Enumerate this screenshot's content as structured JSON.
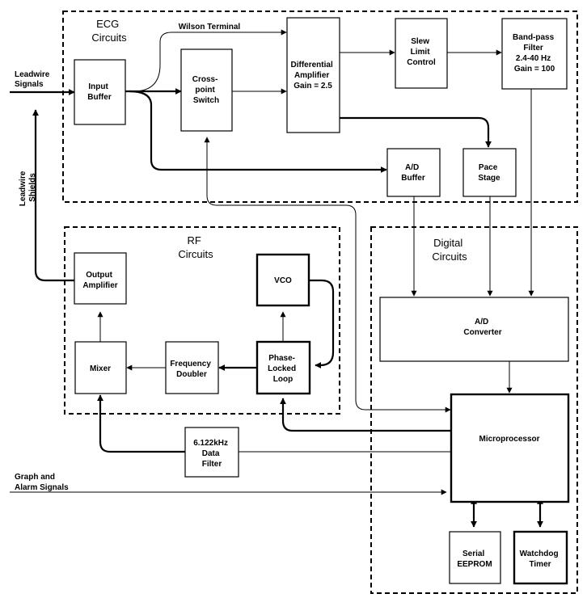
{
  "groups": {
    "ecg": [
      "ECG",
      "Circuits"
    ],
    "rf": [
      "RF",
      "Circuits"
    ],
    "digital": [
      "Digital",
      "Circuits"
    ]
  },
  "blocks": {
    "input_buffer": [
      "Input",
      "Buffer"
    ],
    "crosspoint_switch": [
      "Cross-",
      "point",
      "Switch"
    ],
    "differential_amplifier": [
      "Differential",
      "Amplifier",
      "Gain = 2.5"
    ],
    "slew_limit_control": [
      "Slew",
      "Limit",
      "Control"
    ],
    "band_pass_filter": [
      "Band-pass",
      "Filter",
      "2.4-40 Hz",
      "Gain = 100"
    ],
    "ad_buffer": [
      "A/D",
      "Buffer"
    ],
    "pace_stage": [
      "Pace",
      "Stage"
    ],
    "output_amplifier": [
      "Output",
      "Amplifier"
    ],
    "vco": [
      "VCO"
    ],
    "mixer": [
      "Mixer"
    ],
    "frequency_doubler": [
      "Frequency",
      "Doubler"
    ],
    "phase_locked_loop": [
      "Phase-",
      "Locked",
      "Loop"
    ],
    "data_filter": [
      "6.122kHz",
      "Data",
      "Filter"
    ],
    "ad_converter": [
      "A/D",
      "Converter"
    ],
    "microprocessor": [
      "Microprocessor"
    ],
    "serial_eeprom": [
      "Serial",
      "EEPROM"
    ],
    "watchdog_timer": [
      "Watchdog",
      "Timer"
    ]
  },
  "signals": {
    "wilson_terminal": [
      "Wilson Terminal"
    ],
    "leadwire_signals": [
      "Leadwire",
      "Signals"
    ],
    "leadwire_shields": [
      "Leadwire",
      "Shields"
    ],
    "graph_alarm": [
      "Graph and",
      "Alarm Signals"
    ]
  },
  "colors": {
    "line": "#000000",
    "background": "#ffffff"
  }
}
